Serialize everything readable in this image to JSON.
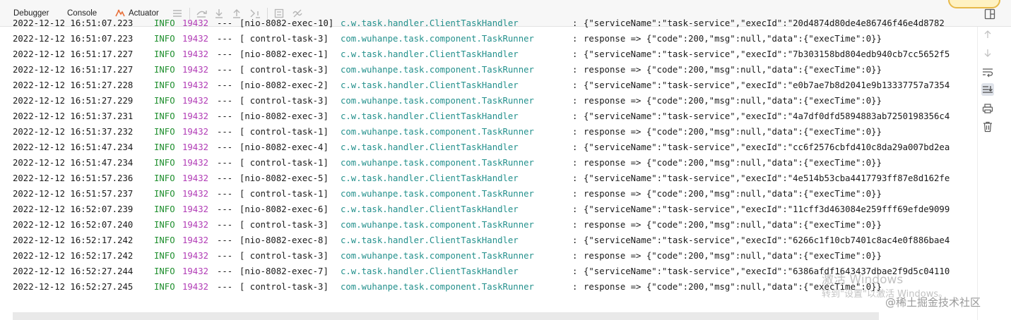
{
  "toolbar": {
    "tabs": [
      {
        "label": "Debugger"
      },
      {
        "label": "Console"
      },
      {
        "label": "Actuator"
      }
    ]
  },
  "log": {
    "rows": [
      {
        "time": "2022-12-12 16:51:07.223",
        "level": "INFO",
        "pid": "19432",
        "sep": "---",
        "thread": "[nio-8082-exec-10]",
        "logger": "c.w.task.handler.ClientTaskHandler",
        "colon": ":",
        "msg": "{\"serviceName\":\"task-service\",\"execId\":\"20d4874d80de4e86746f46e4d8782"
      },
      {
        "time": "2022-12-12 16:51:07.223",
        "level": "INFO",
        "pid": "19432",
        "sep": "---",
        "thread": "[ control-task-3]",
        "logger": "com.wuhanpe.task.component.TaskRunner",
        "colon": ":",
        "msg": "response => {\"code\":200,\"msg\":null,\"data\":{\"execTime\":0}}"
      },
      {
        "time": "2022-12-12 16:51:17.227",
        "level": "INFO",
        "pid": "19432",
        "sep": "---",
        "thread": "[nio-8082-exec-1]",
        "logger": "c.w.task.handler.ClientTaskHandler",
        "colon": ":",
        "msg": "{\"serviceName\":\"task-service\",\"execId\":\"7b303158bd804edb940cb7cc5652f5"
      },
      {
        "time": "2022-12-12 16:51:17.227",
        "level": "INFO",
        "pid": "19432",
        "sep": "---",
        "thread": "[ control-task-3]",
        "logger": "com.wuhanpe.task.component.TaskRunner",
        "colon": ":",
        "msg": "response => {\"code\":200,\"msg\":null,\"data\":{\"execTime\":0}}"
      },
      {
        "time": "2022-12-12 16:51:27.228",
        "level": "INFO",
        "pid": "19432",
        "sep": "---",
        "thread": "[nio-8082-exec-2]",
        "logger": "c.w.task.handler.ClientTaskHandler",
        "colon": ":",
        "msg": "{\"serviceName\":\"task-service\",\"execId\":\"e0b7ae7b8d2041e9b13337757a7354"
      },
      {
        "time": "2022-12-12 16:51:27.229",
        "level": "INFO",
        "pid": "19432",
        "sep": "---",
        "thread": "[ control-task-3]",
        "logger": "com.wuhanpe.task.component.TaskRunner",
        "colon": ":",
        "msg": "response => {\"code\":200,\"msg\":null,\"data\":{\"execTime\":0}}"
      },
      {
        "time": "2022-12-12 16:51:37.231",
        "level": "INFO",
        "pid": "19432",
        "sep": "---",
        "thread": "[nio-8082-exec-3]",
        "logger": "c.w.task.handler.ClientTaskHandler",
        "colon": ":",
        "msg": "{\"serviceName\":\"task-service\",\"execId\":\"4a7df0dfd5894883ab7250198356c4"
      },
      {
        "time": "2022-12-12 16:51:37.232",
        "level": "INFO",
        "pid": "19432",
        "sep": "---",
        "thread": "[ control-task-1]",
        "logger": "com.wuhanpe.task.component.TaskRunner",
        "colon": ":",
        "msg": "response => {\"code\":200,\"msg\":null,\"data\":{\"execTime\":0}}"
      },
      {
        "time": "2022-12-12 16:51:47.234",
        "level": "INFO",
        "pid": "19432",
        "sep": "---",
        "thread": "[nio-8082-exec-4]",
        "logger": "c.w.task.handler.ClientTaskHandler",
        "colon": ":",
        "msg": "{\"serviceName\":\"task-service\",\"execId\":\"cc6f2576cbfd410c8da29a007bd2ea"
      },
      {
        "time": "2022-12-12 16:51:47.234",
        "level": "INFO",
        "pid": "19432",
        "sep": "---",
        "thread": "[ control-task-1]",
        "logger": "com.wuhanpe.task.component.TaskRunner",
        "colon": ":",
        "msg": "response => {\"code\":200,\"msg\":null,\"data\":{\"execTime\":0}}"
      },
      {
        "time": "2022-12-12 16:51:57.236",
        "level": "INFO",
        "pid": "19432",
        "sep": "---",
        "thread": "[nio-8082-exec-5]",
        "logger": "c.w.task.handler.ClientTaskHandler",
        "colon": ":",
        "msg": "{\"serviceName\":\"task-service\",\"execId\":\"4e514b53cba4417793ff87e8d162fe"
      },
      {
        "time": "2022-12-12 16:51:57.237",
        "level": "INFO",
        "pid": "19432",
        "sep": "---",
        "thread": "[ control-task-1]",
        "logger": "com.wuhanpe.task.component.TaskRunner",
        "colon": ":",
        "msg": "response => {\"code\":200,\"msg\":null,\"data\":{\"execTime\":0}}"
      },
      {
        "time": "2022-12-12 16:52:07.239",
        "level": "INFO",
        "pid": "19432",
        "sep": "---",
        "thread": "[nio-8082-exec-6]",
        "logger": "c.w.task.handler.ClientTaskHandler",
        "colon": ":",
        "msg": "{\"serviceName\":\"task-service\",\"execId\":\"11cff3d463084e259fff69efde9099"
      },
      {
        "time": "2022-12-12 16:52:07.240",
        "level": "INFO",
        "pid": "19432",
        "sep": "---",
        "thread": "[ control-task-3]",
        "logger": "com.wuhanpe.task.component.TaskRunner",
        "colon": ":",
        "msg": "response => {\"code\":200,\"msg\":null,\"data\":{\"execTime\":0}}"
      },
      {
        "time": "2022-12-12 16:52:17.242",
        "level": "INFO",
        "pid": "19432",
        "sep": "---",
        "thread": "[nio-8082-exec-8]",
        "logger": "c.w.task.handler.ClientTaskHandler",
        "colon": ":",
        "msg": "{\"serviceName\":\"task-service\",\"execId\":\"6266c1f10cb7401c8ac4e0f886bae4"
      },
      {
        "time": "2022-12-12 16:52:17.242",
        "level": "INFO",
        "pid": "19432",
        "sep": "---",
        "thread": "[ control-task-3]",
        "logger": "com.wuhanpe.task.component.TaskRunner",
        "colon": ":",
        "msg": "response => {\"code\":200,\"msg\":null,\"data\":{\"execTime\":0}}"
      },
      {
        "time": "2022-12-12 16:52:27.244",
        "level": "INFO",
        "pid": "19432",
        "sep": "---",
        "thread": "[nio-8082-exec-7]",
        "logger": "c.w.task.handler.ClientTaskHandler",
        "colon": ":",
        "msg": "{\"serviceName\":\"task-service\",\"execId\":\"6386afdf1643437dbae2f9d5c04110"
      },
      {
        "time": "2022-12-12 16:52:27.245",
        "level": "INFO",
        "pid": "19432",
        "sep": "---",
        "thread": "[ control-task-3]",
        "logger": "com.wuhanpe.task.component.TaskRunner",
        "colon": ":",
        "msg": "response => {\"code\":200,\"msg\":null,\"data\":{\"execTime\":0}}"
      }
    ]
  },
  "watermark": {
    "line1": "激活 Windows",
    "line2": "转到\"设置\"以激活 Windows。",
    "brand": "@稀土掘金技术社区"
  },
  "colors": {
    "info": "#1f8f2e",
    "pid": "#b13bb6",
    "logger": "#23908c",
    "actuator_icon": "#e8703a"
  },
  "icons": {
    "actuator": "actuator-icon",
    "menu": "hamburger-icon",
    "step_over": "step-over-icon",
    "step_into": "step-into-icon",
    "step_out": "step-out-icon",
    "run_to_cursor": "run-to-cursor-icon",
    "evaluate": "evaluate-expression-icon",
    "mute_breakpoints": "mute-breakpoints-icon",
    "layout": "layout-icon",
    "scroll_up": "arrow-up-icon",
    "scroll_down": "arrow-down-icon",
    "soft_wrap": "soft-wrap-icon",
    "scroll_to_end": "scroll-to-end-icon",
    "print": "print-icon",
    "clear": "trash-icon"
  }
}
